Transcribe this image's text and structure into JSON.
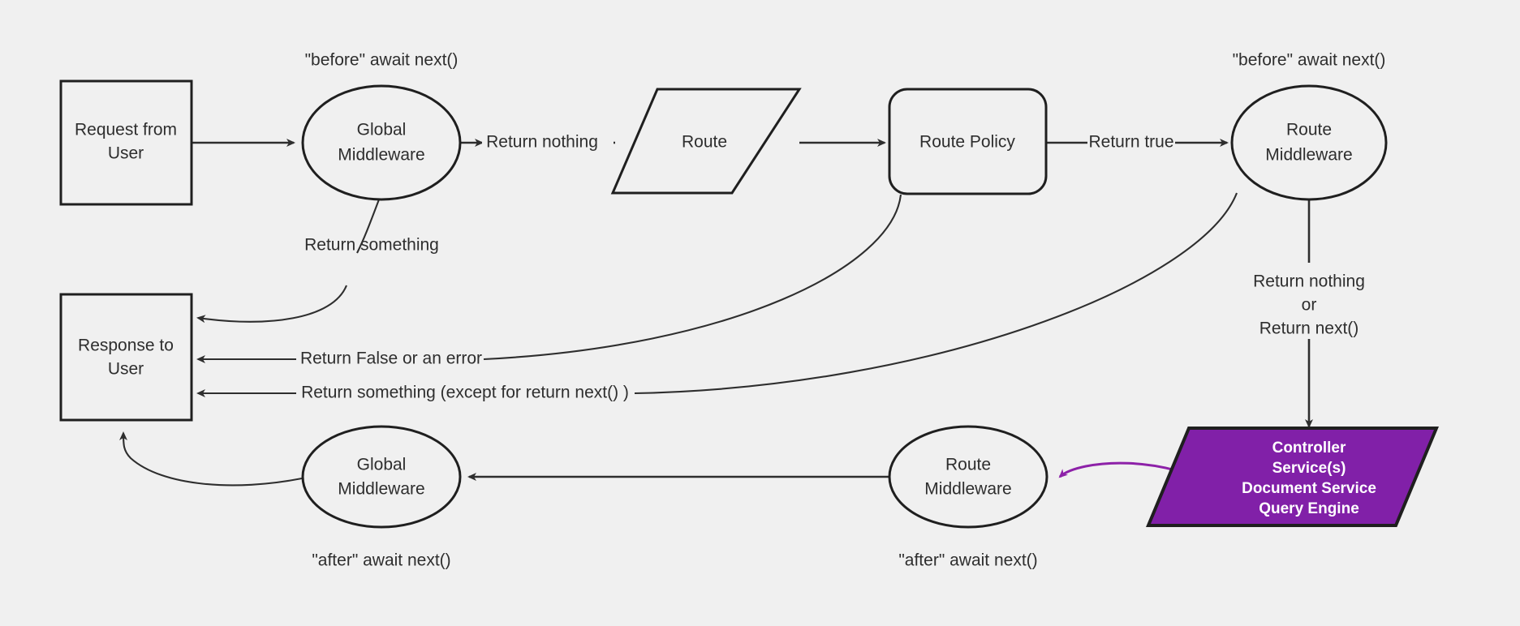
{
  "diagram": {
    "title": "Request lifecycle middleware flow",
    "background_color": "#f0f0f0",
    "stroke_color": "#2e2e2e",
    "accent_color": "#8120a8",
    "nodes": {
      "request_from_user": {
        "line1": "Request from",
        "line2": "User",
        "shape": "rectangle"
      },
      "global_middleware_before": {
        "line1": "Global",
        "line2": "Middleware",
        "shape": "ellipse"
      },
      "route": {
        "line1": "Route",
        "shape": "parallelogram"
      },
      "route_policy": {
        "line1": "Route Policy",
        "shape": "rounded-rectangle"
      },
      "route_middleware_before": {
        "line1": "Route",
        "line2": "Middleware",
        "shape": "ellipse"
      },
      "response_to_user": {
        "line1": "Response to",
        "line2": "User",
        "shape": "rectangle"
      },
      "global_middleware_after": {
        "line1": "Global",
        "line2": "Middleware",
        "shape": "ellipse"
      },
      "route_middleware_after": {
        "line1": "Route",
        "line2": "Middleware",
        "shape": "ellipse"
      },
      "controller": {
        "line1": "Controller",
        "line2": "Service(s)",
        "line3": "Document Service",
        "line4": "Query Engine",
        "shape": "parallelogram",
        "fill": "#8120a8",
        "text_color": "#ffffff"
      }
    },
    "annotations": {
      "before_global": "\"before\" await next()",
      "before_route": "\"before\" await next()",
      "after_global": "\"after\" await next()",
      "after_route": "\"after\" await next()",
      "return_nothing_or_next_1": "Return nothing",
      "return_nothing_or_next_2": "or",
      "return_nothing_or_next_3": "Return next()"
    },
    "edges": {
      "request_to_global": "",
      "global_to_route": "Return nothing",
      "route_to_policy": "",
      "policy_to_route_middleware": "Return true",
      "global_return_something": "Return something",
      "policy_return_false": "Return False or an error",
      "route_mw_return_something": "Return something (except for return next() )",
      "route_mw_to_controller": "",
      "controller_to_route_mw_after": "",
      "route_mw_after_to_global_mw_after": "",
      "global_mw_after_to_response": ""
    }
  }
}
